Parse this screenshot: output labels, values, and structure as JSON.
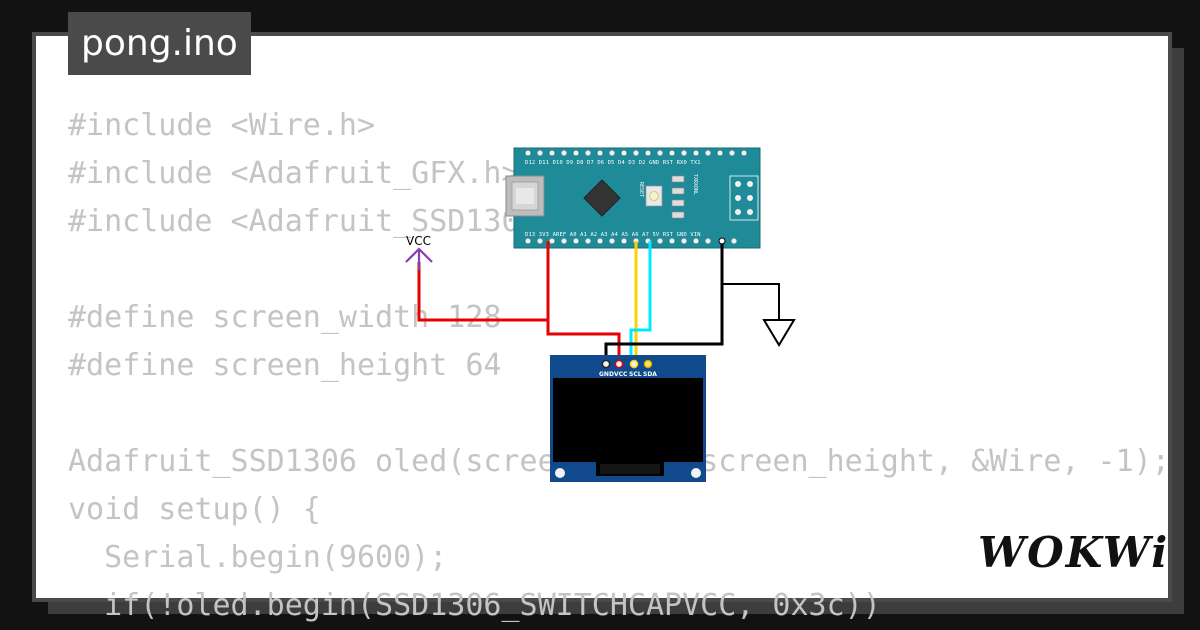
{
  "title": "pong.ino",
  "code_lines": [
    "#include <Wire.h>",
    "#include <Adafruit_GFX.h>",
    "#include <Adafruit_SSD1306.h>",
    "",
    "#define screen_width 128",
    "#define screen_height 64",
    "",
    "Adafruit_SSD1306 oled(screen_width,screen_height, &Wire, -1);",
    "void setup() {",
    "  Serial.begin(9600);",
    "  if(!oled.begin(SSD1306_SWITCHCAPVCC, 0x3c))"
  ],
  "circuit": {
    "vcc_label": "VCC",
    "nano": {
      "top_pins": "D12 D11 D10 D9 D8 D7 D6 D5 D4 D3 D2 GND RST RX0 TX1",
      "bottom_pins": "D13 3V3 AREF A0 A1 A2 A3 A4 A5 A6 A7 5V RST GND VIN",
      "reset_label": "RESET",
      "led_labels": "TXRXONL"
    },
    "oled_pins": [
      "GND",
      "VCC",
      "SCL",
      "SDA"
    ]
  },
  "logo": "WOKWi",
  "colors": {
    "background": "#121212",
    "card": "#ffffff",
    "code": "#c4c4c4",
    "nano_board": "#1f8a98",
    "oled_board": "#114a8c",
    "wire_vcc": "#e60000",
    "wire_scl": "#ffd000",
    "wire_sda": "#00e8ff",
    "wire_gnd": "#000000",
    "vcc_symbol": "#8a3fb0"
  }
}
